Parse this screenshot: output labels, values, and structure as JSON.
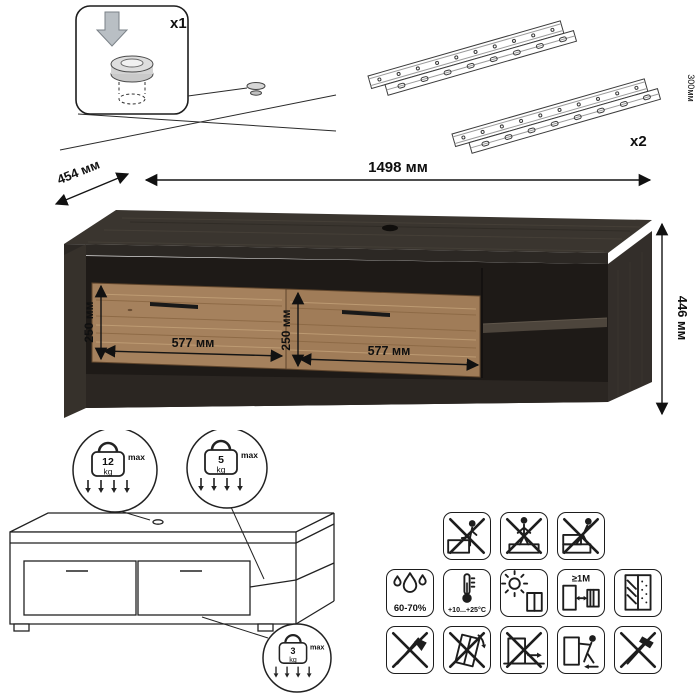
{
  "sheet": {
    "background": "#ffffff"
  },
  "hardware": {
    "foot_qty": "x1",
    "slides_qty": "x2",
    "slides_length": "300мм"
  },
  "dimensions": {
    "width": "1498 мм",
    "depth": "454 мм",
    "height": "446 мм",
    "drawer_left_height": "250 мм",
    "drawer_right_height": "250 мм",
    "drawer_left_width": "577 мм",
    "drawer_right_width": "577 мм"
  },
  "loads": {
    "top": {
      "value": "12",
      "unit": "kg",
      "label": "max"
    },
    "shelf": {
      "value": "5",
      "unit": "kg",
      "label": "max"
    },
    "drawer": {
      "value": "3",
      "unit": "kg",
      "label": "max"
    }
  },
  "care": {
    "humidity": "60-70%",
    "temperature": "+10...+25°C",
    "distance": "≥1M"
  },
  "colors": {
    "dark_wood": "#3a352f",
    "light_wood": "#a5815d",
    "outline": "#1d1d1d"
  }
}
